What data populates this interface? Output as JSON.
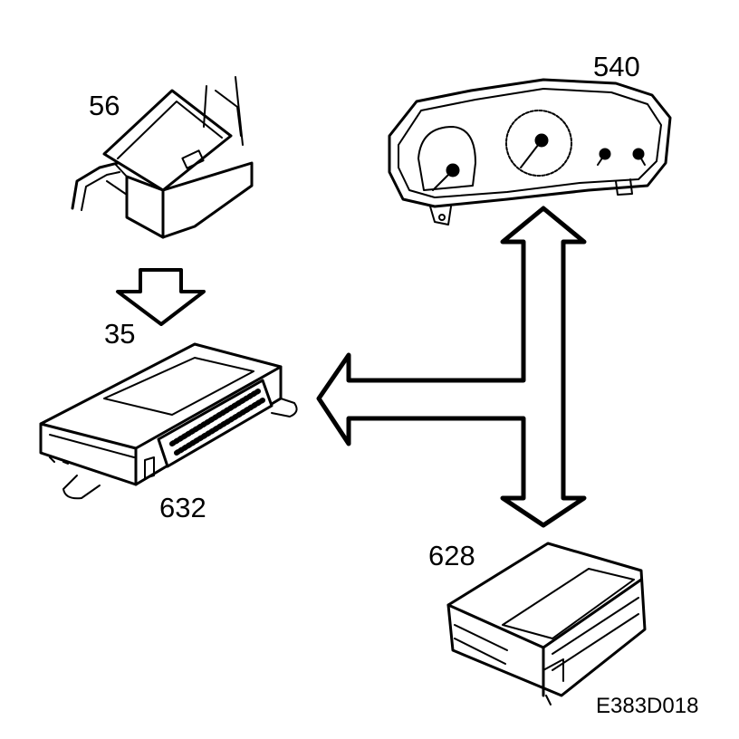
{
  "labels": {
    "switch": "56",
    "cluster": "540",
    "input_arrow": "35",
    "control_unit": "632",
    "ecu": "628",
    "figure_ref": "E383D018"
  },
  "colors": {
    "line": "#000000",
    "fill": "#ffffff"
  }
}
